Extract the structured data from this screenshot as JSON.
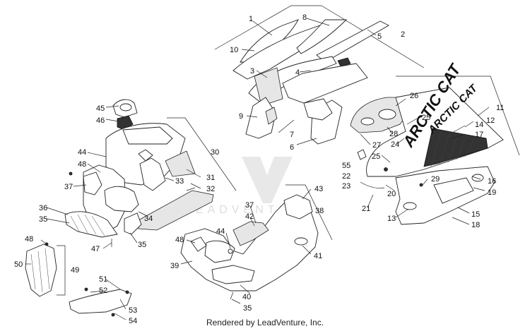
{
  "callouts": [
    "1",
    "2",
    "3",
    "4",
    "5",
    "6",
    "7",
    "8",
    "9",
    "10",
    "11",
    "12",
    "13",
    "14",
    "15",
    "16",
    "17",
    "18",
    "19",
    "20",
    "21",
    "22",
    "23",
    "24",
    "25",
    "25",
    "26",
    "27",
    "28",
    "29",
    "30",
    "31",
    "32",
    "33",
    "34",
    "35",
    "35",
    "35",
    "36",
    "37",
    "37",
    "38",
    "39",
    "40",
    "41",
    "42",
    "43",
    "44",
    "44",
    "45",
    "46",
    "47",
    "48",
    "48",
    "48",
    "49",
    "50",
    "51",
    "52",
    "53",
    "54",
    "55"
  ],
  "decal_text": {
    "hood_large": "ARCTIC CAT",
    "hood_small": "ARCTIC CAT"
  },
  "watermark": {
    "text": "LEADVENTURE"
  },
  "footer": {
    "credit": "Rendered by LeadVenture, Inc."
  }
}
